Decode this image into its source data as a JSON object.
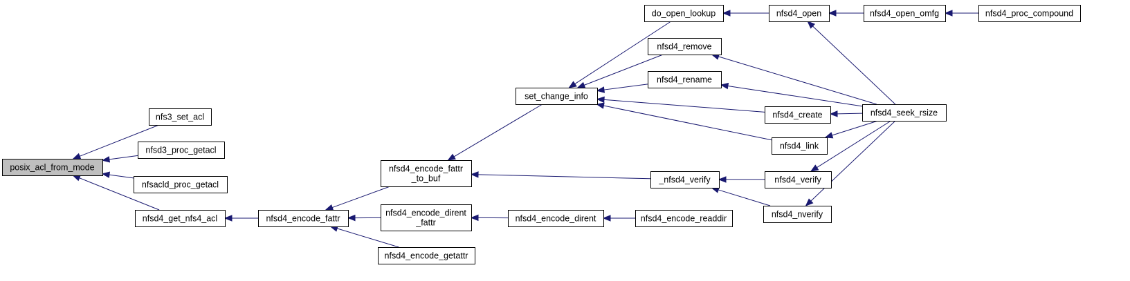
{
  "diagram": {
    "title": "",
    "colors": {
      "edge": "#191970",
      "node_border": "#000000",
      "node_fill": "#ffffff",
      "root_fill": "#bfbfbf"
    },
    "nodes": [
      {
        "id": "posix_acl_from_mode",
        "lines": [
          "posix_acl_from_mode"
        ],
        "root": true
      },
      {
        "id": "nfs3_set_acl",
        "lines": [
          "nfs3_set_acl"
        ]
      },
      {
        "id": "nfsd3_proc_getacl",
        "lines": [
          "nfsd3_proc_getacl"
        ]
      },
      {
        "id": "nfsacld_proc_getacl",
        "lines": [
          "nfsacld_proc_getacl"
        ]
      },
      {
        "id": "nfsd4_get_nfs4_acl",
        "lines": [
          "nfsd4_get_nfs4_acl"
        ]
      },
      {
        "id": "nfsd4_encode_fattr",
        "lines": [
          "nfsd4_encode_fattr"
        ]
      },
      {
        "id": "nfsd4_encode_fattr_to_buf",
        "lines": [
          "nfsd4_encode_fattr",
          "_to_buf"
        ]
      },
      {
        "id": "nfsd4_encode_dirent_fattr",
        "lines": [
          "nfsd4_encode_dirent",
          "_fattr"
        ]
      },
      {
        "id": "nfsd4_encode_getattr",
        "lines": [
          "nfsd4_encode_getattr"
        ]
      },
      {
        "id": "set_change_info",
        "lines": [
          "set_change_info"
        ]
      },
      {
        "id": "_nfsd4_verify",
        "lines": [
          "_nfsd4_verify"
        ]
      },
      {
        "id": "nfsd4_encode_dirent",
        "lines": [
          "nfsd4_encode_dirent"
        ]
      },
      {
        "id": "do_open_lookup",
        "lines": [
          "do_open_lookup"
        ]
      },
      {
        "id": "nfsd4_remove",
        "lines": [
          "nfsd4_remove"
        ]
      },
      {
        "id": "nfsd4_rename",
        "lines": [
          "nfsd4_rename"
        ]
      },
      {
        "id": "nfsd4_create",
        "lines": [
          "nfsd4_create"
        ]
      },
      {
        "id": "nfsd4_link",
        "lines": [
          "nfsd4_link"
        ]
      },
      {
        "id": "nfsd4_verify",
        "lines": [
          "nfsd4_verify"
        ]
      },
      {
        "id": "nfsd4_nverify",
        "lines": [
          "nfsd4_nverify"
        ]
      },
      {
        "id": "nfsd4_encode_readdir",
        "lines": [
          "nfsd4_encode_readdir"
        ]
      },
      {
        "id": "nfsd4_open",
        "lines": [
          "nfsd4_open"
        ]
      },
      {
        "id": "nfsd4_open_omfg",
        "lines": [
          "nfsd4_open_omfg"
        ]
      },
      {
        "id": "nfsd4_seek_rsize",
        "lines": [
          "nfsd4_seek_rsize"
        ]
      },
      {
        "id": "nfsd4_proc_compound",
        "lines": [
          "nfsd4_proc_compound"
        ]
      }
    ],
    "edges": [
      {
        "from": "nfs3_set_acl",
        "to": "posix_acl_from_mode"
      },
      {
        "from": "nfsd3_proc_getacl",
        "to": "posix_acl_from_mode"
      },
      {
        "from": "nfsacld_proc_getacl",
        "to": "posix_acl_from_mode"
      },
      {
        "from": "nfsd4_get_nfs4_acl",
        "to": "posix_acl_from_mode"
      },
      {
        "from": "nfsd4_encode_fattr",
        "to": "nfsd4_get_nfs4_acl"
      },
      {
        "from": "nfsd4_encode_fattr_to_buf",
        "to": "nfsd4_encode_fattr"
      },
      {
        "from": "nfsd4_encode_dirent_fattr",
        "to": "nfsd4_encode_fattr"
      },
      {
        "from": "nfsd4_encode_getattr",
        "to": "nfsd4_encode_fattr"
      },
      {
        "from": "set_change_info",
        "to": "nfsd4_encode_fattr_to_buf"
      },
      {
        "from": "_nfsd4_verify",
        "to": "nfsd4_encode_fattr_to_buf"
      },
      {
        "from": "nfsd4_encode_dirent",
        "to": "nfsd4_encode_dirent_fattr"
      },
      {
        "from": "do_open_lookup",
        "to": "set_change_info"
      },
      {
        "from": "nfsd4_remove",
        "to": "set_change_info"
      },
      {
        "from": "nfsd4_rename",
        "to": "set_change_info"
      },
      {
        "from": "nfsd4_create",
        "to": "set_change_info"
      },
      {
        "from": "nfsd4_link",
        "to": "set_change_info"
      },
      {
        "from": "nfsd4_verify",
        "to": "_nfsd4_verify"
      },
      {
        "from": "nfsd4_nverify",
        "to": "_nfsd4_verify"
      },
      {
        "from": "nfsd4_encode_readdir",
        "to": "nfsd4_encode_dirent"
      },
      {
        "from": "nfsd4_open",
        "to": "do_open_lookup"
      },
      {
        "from": "nfsd4_open_omfg",
        "to": "nfsd4_open"
      },
      {
        "from": "nfsd4_proc_compound",
        "to": "nfsd4_open_omfg"
      },
      {
        "from": "nfsd4_seek_rsize",
        "to": "nfsd4_open"
      },
      {
        "from": "nfsd4_seek_rsize",
        "to": "nfsd4_remove"
      },
      {
        "from": "nfsd4_seek_rsize",
        "to": "nfsd4_rename"
      },
      {
        "from": "nfsd4_seek_rsize",
        "to": "nfsd4_create"
      },
      {
        "from": "nfsd4_seek_rsize",
        "to": "nfsd4_link"
      },
      {
        "from": "nfsd4_seek_rsize",
        "to": "nfsd4_verify"
      },
      {
        "from": "nfsd4_seek_rsize",
        "to": "nfsd4_nverify"
      }
    ]
  }
}
